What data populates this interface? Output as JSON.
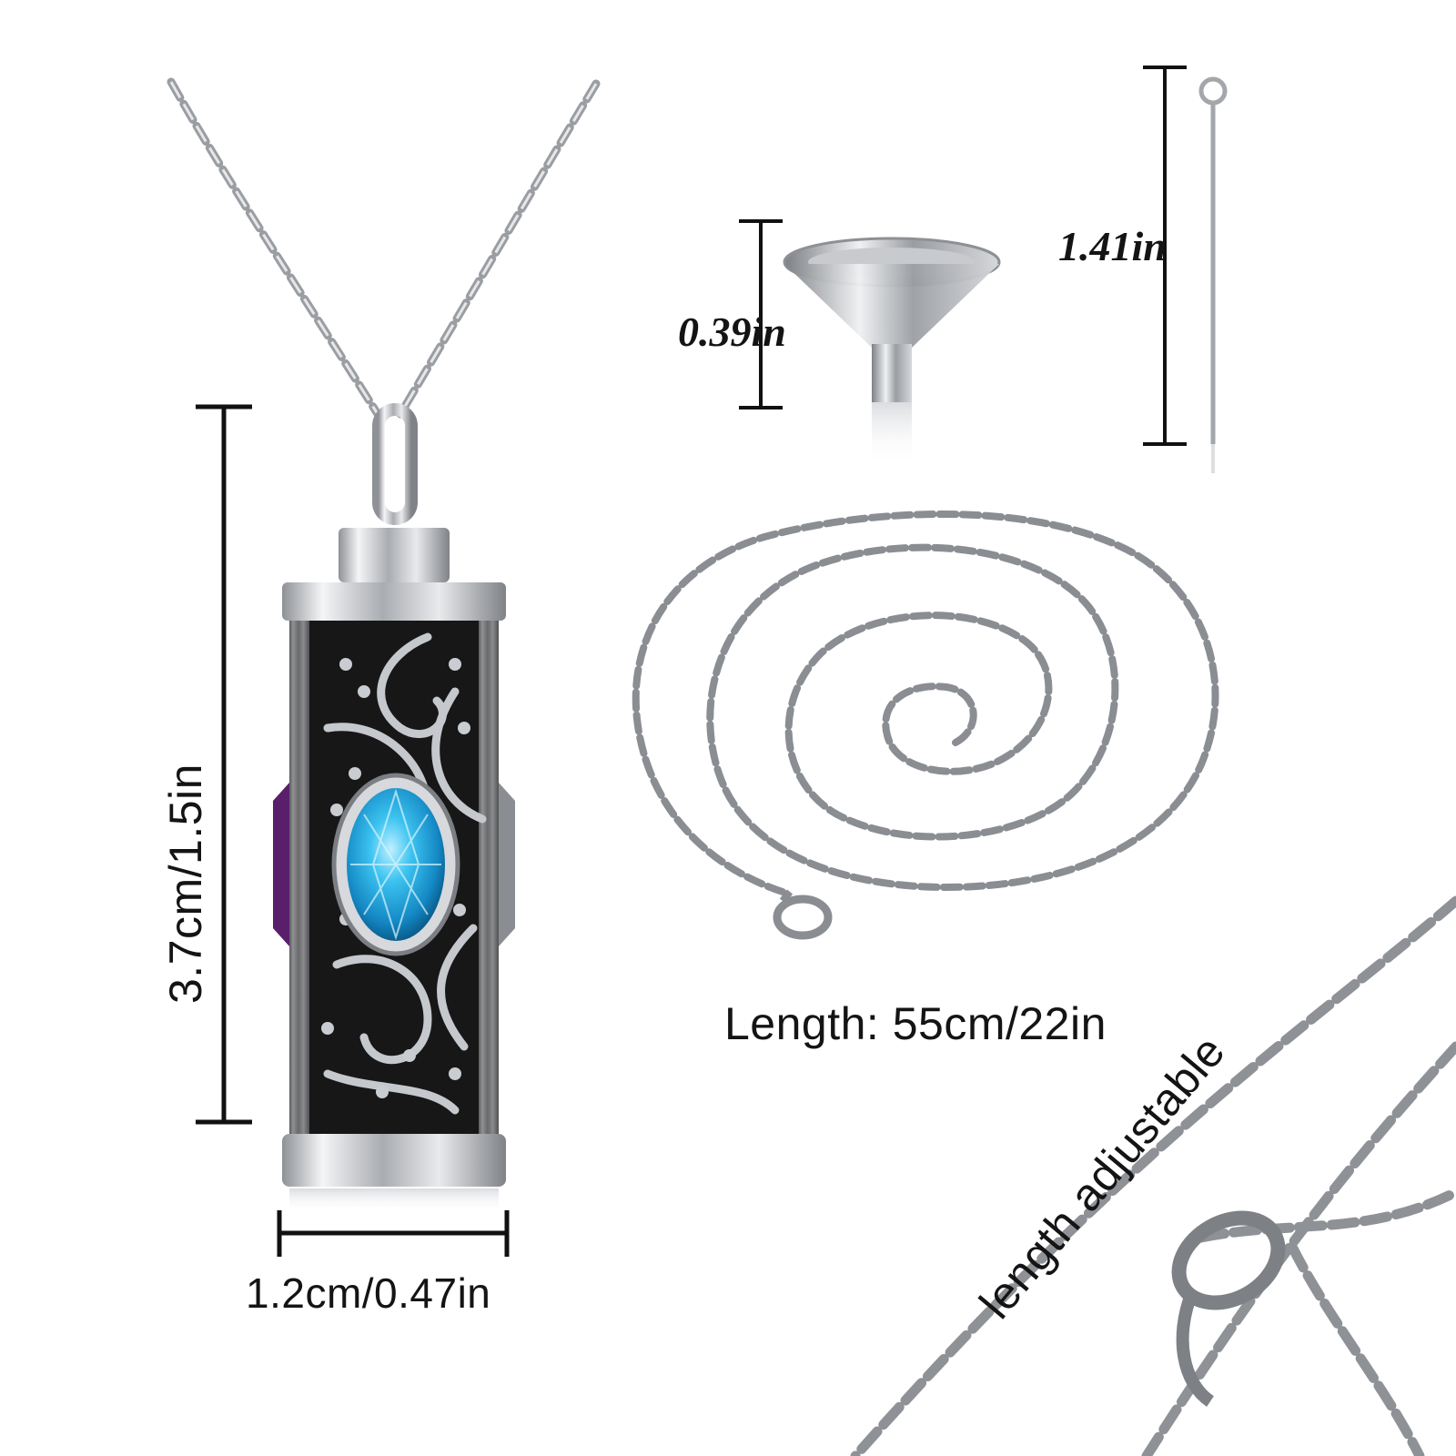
{
  "dimensions": {
    "pendant_height": "3.7cm/1.5in",
    "pendant_width": "1.2cm/0.47in",
    "funnel_height": "0.39in",
    "pin_length": "1.41in",
    "chain_length": "Length: 55cm/22in"
  },
  "feature_note": "length adjustable",
  "colors": {
    "metal": "#c9ccd1",
    "metal_dark": "#6b6e73",
    "enamel": "#151515",
    "gem": "#2ab3e6",
    "side_gem": "#5a1f6b",
    "dimension_line": "#111111"
  },
  "icons": {
    "pendant": "cylinder-urn-pendant",
    "funnel": "filling-funnel",
    "pin": "eye-pin-tool",
    "chain": "coiled-cable-chain",
    "clasp": "lobster-clasp"
  }
}
